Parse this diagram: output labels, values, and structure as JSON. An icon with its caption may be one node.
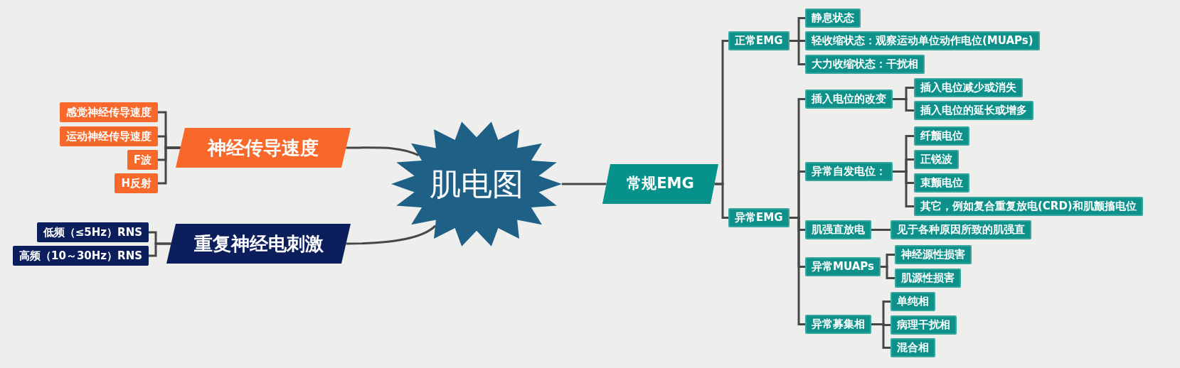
{
  "diagram": {
    "nodes": [
      {
        "text": [
          "肌电图"
        ]
      },
      {
        "text": [
          "神经传导速度"
        ]
      },
      {
        "text": [
          "感觉神经传导速度"
        ]
      },
      {
        "text": [
          "运动神经传导速度"
        ]
      },
      {
        "text": [
          "F波"
        ]
      },
      {
        "text": [
          "H反射"
        ]
      },
      {
        "text": [
          "重复神经电刺激"
        ]
      },
      {
        "text": [
          "低频（≤5Hz）RNS"
        ]
      },
      {
        "text": [
          "高频（10～30Hz）RNS"
        ]
      },
      {
        "text": [
          "常规EMG"
        ]
      },
      {
        "text": [
          "正常EMG"
        ]
      },
      {
        "text": [
          "静息状态"
        ]
      },
      {
        "text": [
          "轻收缩状态：观察运动单位动作电位(MUAPs)"
        ]
      },
      {
        "text": [
          "大力收缩状态：干扰相"
        ]
      },
      {
        "text": [
          "异常EMG"
        ]
      },
      {
        "text": [
          "插入电位的改变"
        ]
      },
      {
        "text": [
          "插入电位减少或消失"
        ]
      },
      {
        "text": [
          "插入电位的延长或增多"
        ]
      },
      {
        "text": [
          "异常自发电位："
        ]
      },
      {
        "text": [
          "纤颤电位"
        ]
      },
      {
        "text": [
          "正锐波"
        ]
      },
      {
        "text": [
          "束颤电位"
        ]
      },
      {
        "text": [
          "其它，例如复合重复放电(CRD)和肌颤搐电位"
        ]
      },
      {
        "text": [
          "肌强直放电"
        ]
      },
      {
        "text": [
          "见于各种原因所致的肌强直"
        ]
      },
      {
        "text": [
          "异常MUAPs"
        ]
      },
      {
        "text": [
          "神经源性损害"
        ]
      },
      {
        "text": [
          "肌源性损害"
        ]
      },
      {
        "text": [
          "异常募集相"
        ]
      },
      {
        "text": [
          "单纯相"
        ]
      },
      {
        "text": [
          "病理干扰相"
        ]
      },
      {
        "text": [
          "混合相"
        ]
      }
    ],
    "edges": [
      {
        "from": 0,
        "to": 1,
        "arrow": "none"
      },
      {
        "from": 0,
        "to": 6,
        "arrow": "none"
      },
      {
        "from": 0,
        "to": 9,
        "arrow": "none"
      },
      {
        "from": 1,
        "to": 2,
        "arrow": "none"
      },
      {
        "from": 1,
        "to": 3,
        "arrow": "none"
      },
      {
        "from": 1,
        "to": 4,
        "arrow": "none"
      },
      {
        "from": 1,
        "to": 5,
        "arrow": "none"
      },
      {
        "from": 6,
        "to": 7,
        "arrow": "none"
      },
      {
        "from": 6,
        "to": 8,
        "arrow": "none"
      },
      {
        "from": 9,
        "to": 10,
        "arrow": "none"
      },
      {
        "from": 9,
        "to": 14,
        "arrow": "none"
      },
      {
        "from": 10,
        "to": 11,
        "arrow": "none"
      },
      {
        "from": 10,
        "to": 12,
        "arrow": "none"
      },
      {
        "from": 10,
        "to": 13,
        "arrow": "none"
      },
      {
        "from": 14,
        "to": 15,
        "arrow": "none"
      },
      {
        "from": 14,
        "to": 18,
        "arrow": "none"
      },
      {
        "from": 14,
        "to": 23,
        "arrow": "none"
      },
      {
        "from": 14,
        "to": 25,
        "arrow": "none"
      },
      {
        "from": 14,
        "to": 28,
        "arrow": "none"
      },
      {
        "from": 15,
        "to": 16,
        "arrow": "none"
      },
      {
        "from": 15,
        "to": 17,
        "arrow": "none"
      },
      {
        "from": 18,
        "to": 19,
        "arrow": "none"
      },
      {
        "from": 18,
        "to": 20,
        "arrow": "none"
      },
      {
        "from": 18,
        "to": 21,
        "arrow": "none"
      },
      {
        "from": 18,
        "to": 22,
        "arrow": "none"
      },
      {
        "from": 23,
        "to": 24,
        "arrow": "none"
      },
      {
        "from": 25,
        "to": 26,
        "arrow": "none"
      },
      {
        "from": 25,
        "to": 27,
        "arrow": "none"
      },
      {
        "from": 28,
        "to": 29,
        "arrow": "none"
      },
      {
        "from": 28,
        "to": 30,
        "arrow": "none"
      },
      {
        "from": 28,
        "to": 31,
        "arrow": "none"
      }
    ]
  }
}
